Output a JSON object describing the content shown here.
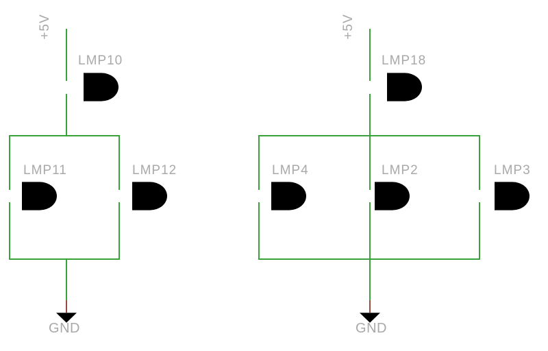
{
  "colors": {
    "wire_green": "#3aa23a",
    "symbol_maroon": "#9e4a44",
    "label_gray": "#a9a9a9",
    "background": "#ffffff"
  },
  "circuits": [
    {
      "power_label": "+5V",
      "top_lamp": "LMP10",
      "branch_lamps": [
        "LMP11",
        "LMP12"
      ],
      "ground_label": "GND"
    },
    {
      "power_label": "+5V",
      "top_lamp": "LMP18",
      "branch_lamps": [
        "LMP4",
        "LMP2",
        "LMP3"
      ],
      "ground_label": "GND"
    }
  ]
}
